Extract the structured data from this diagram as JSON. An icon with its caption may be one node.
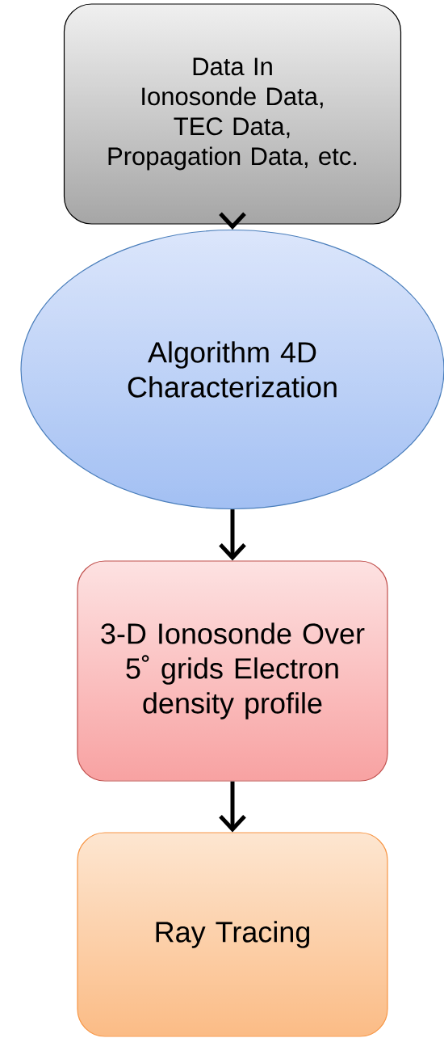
{
  "diagram": {
    "nodes": [
      {
        "text": [
          "Data In",
          "Ionosonde Data, TEC Data, Propagation Data, etc."
        ]
      },
      {
        "text": [
          "Algorithm 4D Characterization"
        ]
      },
      {
        "text": [
          "3-D Ionosonde Over 5˚ grids Electron density profile"
        ]
      },
      {
        "text": [
          "Ray Tracing"
        ]
      }
    ],
    "edges": [
      {
        "from": 0,
        "to": 1,
        "arrow": "to"
      },
      {
        "from": 1,
        "to": 2,
        "arrow": "to"
      },
      {
        "from": 2,
        "to": 3,
        "arrow": "to"
      }
    ]
  }
}
